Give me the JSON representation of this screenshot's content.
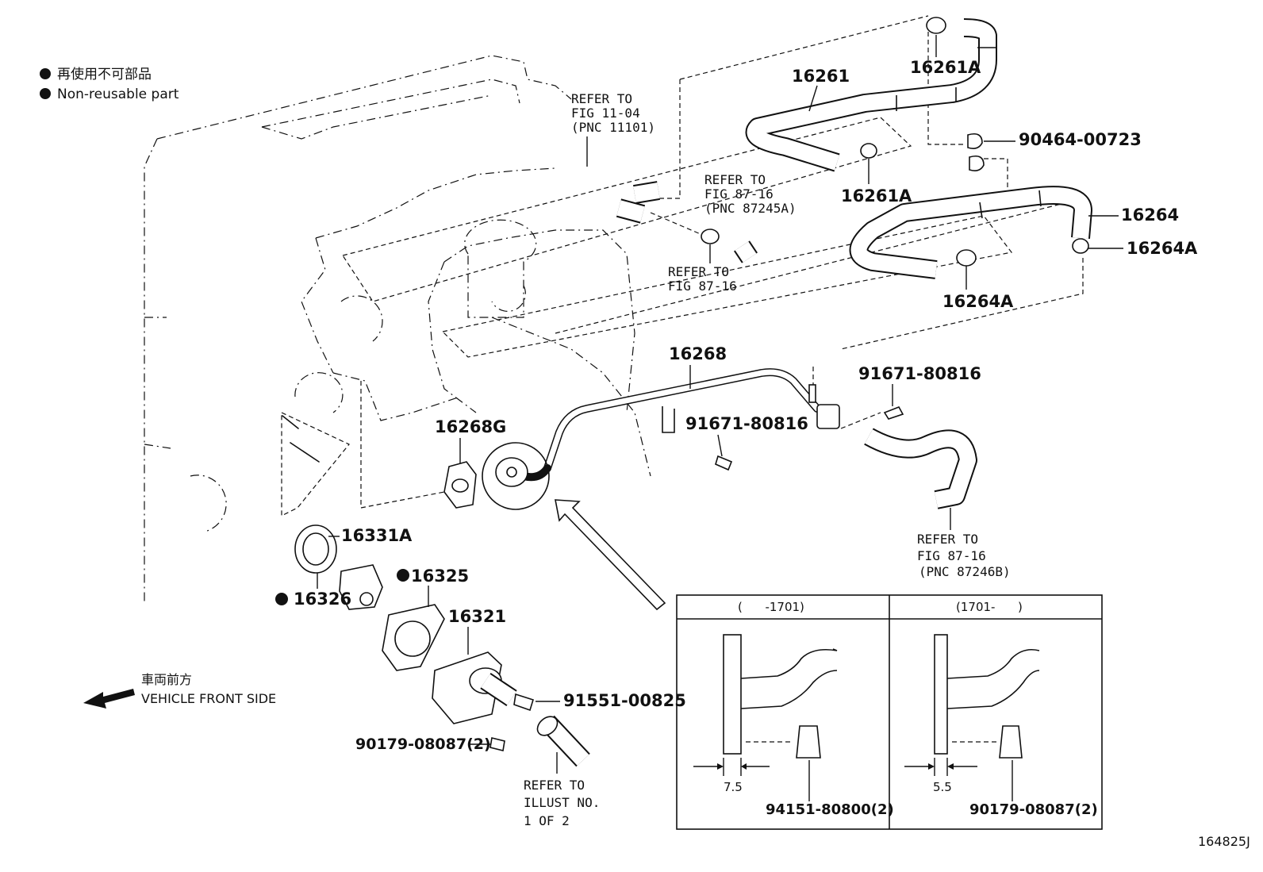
{
  "legend": {
    "non_reusable_ja": "再使用不可部品",
    "non_reusable_en": "Non-reusable part"
  },
  "direction": {
    "label_ja": "車両前方",
    "label_en": "VEHICLE FRONT SIDE"
  },
  "part_numbers": {
    "p16261": "16261",
    "p16261A_top": "16261A",
    "p16261A_mid": "16261A",
    "p90464": "90464-00723",
    "p16264": "16264",
    "p16264A_right": "16264A",
    "p16264A_bottom": "16264A",
    "p16268": "16268",
    "p91671_right": "91671-80816",
    "p91671_mid": "91671-80816",
    "p16268G": "16268G",
    "p16331A": "16331A",
    "p16325": "16325",
    "p16326": "16326",
    "p16321": "16321",
    "p91551": "91551-00825",
    "p90179_left": "90179-08087(2)",
    "p94151": "94151-80800(2)",
    "p90179_right": "90179-08087(2)"
  },
  "references": {
    "fig1104": [
      "REFER TO",
      "FIG 11-04",
      "(PNC 11101)"
    ],
    "fig8716a": [
      "REFER TO",
      "FIG 87-16",
      "(PNC 87245A)"
    ],
    "fig8716b": [
      "REFER TO",
      "FIG 87-16"
    ],
    "fig8716c": [
      "REFER TO",
      "FIG 87-16",
      "(PNC 87246B)"
    ],
    "illust": [
      "REFER TO",
      "ILLUST NO.",
      "1 OF 2"
    ]
  },
  "detail": {
    "left_header": "(      -1701)",
    "right_header": "(1701-      )",
    "left_dim": "7.5",
    "right_dim": "5.5"
  },
  "figure_id": "164825J"
}
